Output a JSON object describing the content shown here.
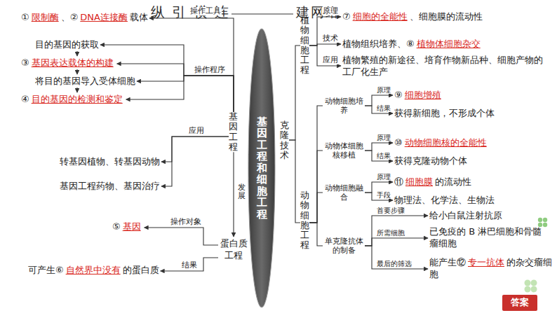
{
  "diagram": {
    "title": "纵 引 横 连",
    "nodes": [
      {
        "text": [
          "基因工程和细胞工程"
        ]
      },
      {
        "text": [
          "基因工程"
        ]
      },
      {
        "text": [
          "①",
          "限制酶",
          "、②",
          "DNA连接酶",
          "载体"
        ]
      },
      {
        "text": [
          "目的基因的获取"
        ]
      },
      {
        "text": [
          "③",
          "基因表达载体的构建"
        ]
      },
      {
        "text": [
          "将目的基因导入受体细胞"
        ]
      },
      {
        "text": [
          "④",
          "目的基因的检测和鉴定"
        ]
      },
      {
        "text": [
          "转基因植物、转基因动物"
        ]
      },
      {
        "text": [
          "基因工程药物、基因治疗"
        ]
      },
      {
        "text": [
          "蛋白质工程"
        ]
      },
      {
        "text": [
          "⑤",
          "基因"
        ]
      },
      {
        "text": [
          "可产生⑥",
          "自然界中没有",
          "的蛋白质"
        ]
      },
      {
        "text": [
          "克隆技术"
        ]
      },
      {
        "text": [
          "植物细胞工程"
        ]
      },
      {
        "text": [
          "⑦",
          "细胞的全能性",
          "、细胞膜的流动性"
        ]
      },
      {
        "text": [
          "植物组织培养、⑧",
          "植物体细胞杂交"
        ]
      },
      {
        "text": [
          "植物繁殖的新途径、培育作物新品种、细胞产物的工厂化生产"
        ]
      },
      {
        "text": [
          "动物细胞工程"
        ]
      },
      {
        "text": [
          "动物细胞培养"
        ]
      },
      {
        "text": [
          "⑨",
          "细胞增殖"
        ]
      },
      {
        "text": [
          "获得新细胞，不形成个体"
        ]
      },
      {
        "text": [
          "动物体细胞核移植"
        ]
      },
      {
        "text": [
          "⑩",
          "动物细胞核的全能性"
        ]
      },
      {
        "text": [
          "获得克隆动物个体"
        ]
      },
      {
        "text": [
          "动物细胞融合"
        ]
      },
      {
        "text": [
          "⑪",
          "细胞膜",
          "的流动性"
        ]
      },
      {
        "text": [
          "物理法、化学法、生物法"
        ]
      },
      {
        "text": [
          "单克隆抗体的制备"
        ]
      },
      {
        "text": [
          "给小白鼠注射抗原"
        ]
      },
      {
        "text": [
          "已免疫的 B 淋巴细胞和骨髓瘤细胞"
        ]
      },
      {
        "text": [
          "能产生⑫",
          "专一抗体",
          "的杂交瘤细胞"
        ]
      },
      {
        "text": [
          "答案"
        ]
      }
    ],
    "edges": [
      {
        "from": 1,
        "to": 2,
        "arrow": "to",
        "label": "操作工具"
      },
      {
        "from": 1,
        "to": 3,
        "arrow": "to",
        "label": "操作程序"
      },
      {
        "from": 1,
        "to": 4,
        "arrow": "to"
      },
      {
        "from": 1,
        "to": 5,
        "arrow": "to"
      },
      {
        "from": 1,
        "to": 6,
        "arrow": "to"
      },
      {
        "from": 3,
        "to": 4,
        "arrow": "to"
      },
      {
        "from": 4,
        "to": 5,
        "arrow": "to"
      },
      {
        "from": 5,
        "to": 6,
        "arrow": "to"
      },
      {
        "from": 1,
        "to": 7,
        "arrow": "to",
        "label": "应用"
      },
      {
        "from": 1,
        "to": 8,
        "arrow": "to"
      },
      {
        "from": 1,
        "to": 9,
        "arrow": "to",
        "label": "发展"
      },
      {
        "from": 9,
        "to": 10,
        "arrow": "to",
        "label": "操作对象"
      },
      {
        "from": 9,
        "to": 11,
        "arrow": "to",
        "label": "结果"
      },
      {
        "from": 12,
        "to": 13,
        "arrow": "none"
      },
      {
        "from": 12,
        "to": 17,
        "arrow": "none"
      },
      {
        "from": 13,
        "to": 14,
        "arrow": "to",
        "label": "原理"
      },
      {
        "from": 13,
        "to": 15,
        "arrow": "to",
        "label": "技术"
      },
      {
        "from": 13,
        "to": 16,
        "arrow": "to",
        "label": "应用"
      },
      {
        "from": 17,
        "to": 18,
        "arrow": "none"
      },
      {
        "from": 17,
        "to": 21,
        "arrow": "none"
      },
      {
        "from": 17,
        "to": 24,
        "arrow": "none"
      },
      {
        "from": 17,
        "to": 27,
        "arrow": "none"
      },
      {
        "from": 18,
        "to": 19,
        "arrow": "to",
        "label": "原理"
      },
      {
        "from": 18,
        "to": 20,
        "arrow": "to",
        "label": "结果"
      },
      {
        "from": 21,
        "to": 22,
        "arrow": "to",
        "label": "原理"
      },
      {
        "from": 21,
        "to": 23,
        "arrow": "to",
        "label": "结果"
      },
      {
        "from": 24,
        "to": 25,
        "arrow": "to",
        "label": "原理"
      },
      {
        "from": 24,
        "to": 26,
        "arrow": "to",
        "label": "手段"
      },
      {
        "from": 27,
        "to": 28,
        "arrow": "to",
        "label": "首要步骤"
      },
      {
        "from": 27,
        "to": 29,
        "arrow": "to",
        "label": "所需细胞"
      },
      {
        "from": 27,
        "to": 30,
        "arrow": "to",
        "label": "最后的筛选"
      }
    ],
    "labels": [
      "建网络"
    ]
  }
}
